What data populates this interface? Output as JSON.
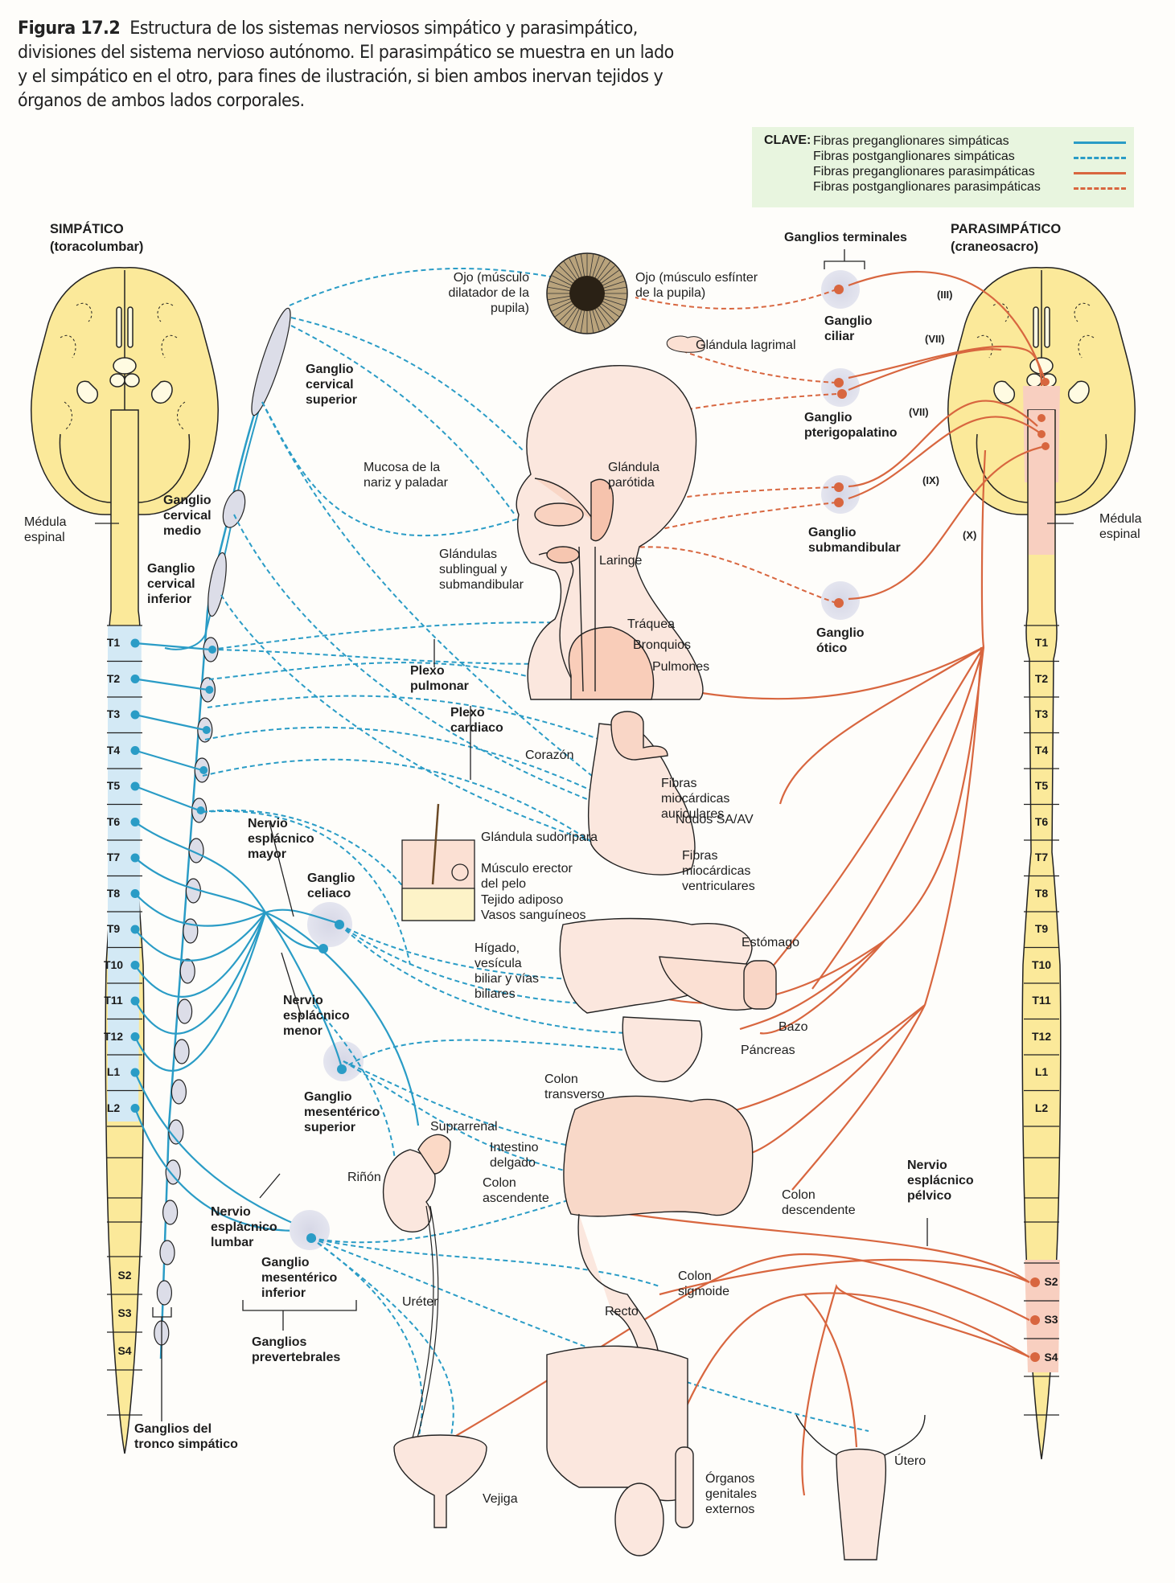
{
  "caption": {
    "figure_number": "Figura 17.2",
    "text": "Estructura de los sistemas nerviosos simpático y parasimpático, divisiones del sistema nervioso autónomo. El parasimpático se muestra en un lado y el simpático en el otro, para fines de ilustración, si bien ambos inervan tejidos y órganos de ambos lados corporales."
  },
  "key": {
    "title": "CLAVE:",
    "entries": [
      {
        "label": "Fibras preganglionares simpáticas",
        "style": "solid",
        "color": "#2a9cc6"
      },
      {
        "label": "Fibras postganglionares simpáticas",
        "style": "dashed",
        "color": "#2a9cc6"
      },
      {
        "label": "Fibras preganglionares parasimpáticas",
        "style": "solid",
        "color": "#d8663f"
      },
      {
        "label": "Fibras postganglionares parasimpáticas",
        "style": "dashed",
        "color": "#d8663f"
      }
    ],
    "background": "#e8f5df"
  },
  "colors": {
    "sympathetic": "#2a9cc6",
    "parasympathetic": "#d8663f",
    "cord_yellow": "#fbe99a",
    "cord_blue": "#d3e9f5",
    "cord_pink": "#f8cfc0",
    "organ_pink": "#fbe0d3",
    "ganglion_gray": "#dcdde8"
  },
  "sympathetic": {
    "title": "SIMPÁTICO",
    "subtitle": "(toracolumbar)",
    "cord_label": "Médula espinal",
    "segments": [
      "T1",
      "T2",
      "T3",
      "T4",
      "T5",
      "T6",
      "T7",
      "T8",
      "T9",
      "T10",
      "T11",
      "T12",
      "L1",
      "L2"
    ],
    "sacral_segments": [
      "S2",
      "S3",
      "S4"
    ],
    "ganglia": {
      "cervical_superior": "Ganglio cervical superior",
      "cervical_medio": "Ganglio cervical medio",
      "cervical_inferior": "Ganglio cervical inferior",
      "celiaco": "Ganglio celiaco",
      "mesenterico_superior": "Ganglio mesentérico superior",
      "mesenterico_inferior": "Ganglio mesentérico inferior",
      "prevertebrales": "Ganglios prevertebrales",
      "tronco": "Ganglios del tronco simpático"
    },
    "nerves": {
      "mayor": "Nervio esplácnico mayor",
      "menor": "Nervio esplácnico menor",
      "lumbar": "Nervio esplácnico lumbar"
    },
    "plexus": {
      "pulmonar": "Plexo pulmonar",
      "cardiaco": "Plexo cardiaco"
    }
  },
  "parasympathetic": {
    "title": "PARASIMPÁTICO",
    "subtitle": "(craneosacro)",
    "cord_label": "Médula espinal",
    "segments": [
      "T1",
      "T2",
      "T3",
      "T4",
      "T5",
      "T6",
      "T7",
      "T8",
      "T9",
      "T10",
      "T11",
      "T12",
      "L1",
      "L2"
    ],
    "sacral_segments": [
      "S2",
      "S3",
      "S4"
    ],
    "terminal_ganglia_label": "Ganglios terminales",
    "ganglia": {
      "ciliar": "Ganglio ciliar",
      "pterigopalatino": "Ganglio pterigopalatino",
      "submandibular": "Ganglio submandibular",
      "otico": "Ganglio ótico"
    },
    "cranial_nerves": [
      "(III)",
      "(VII)",
      "(VII)",
      "(IX)",
      "(X)"
    ],
    "pelvic_nerve": "Nervio esplácnico pélvico"
  },
  "organs": {
    "eye_dilator": "Ojo (músculo dilatador de la pupila)",
    "eye_sphincter": "Ojo (músculo esfínter de la pupila)",
    "lacrimal": "Glándula lagrimal",
    "nasal_mucosa": "Mucosa de la nariz y paladar",
    "parotid": "Glándula parótida",
    "sublingual": "Glándulas sublingual y submandibular",
    "larynx": "Laringe",
    "trachea": "Tráquea",
    "bronchi": "Bronquios",
    "lungs": "Pulmones",
    "heart": "Corazón",
    "atrial": "Fibras miocárdicas auriculares",
    "nodes": "Nodos SA/AV",
    "ventricular": "Fibras miocárdicas ventriculares",
    "skin": [
      "Glándula sudorípara",
      "Músculo erector del pelo",
      "Tejido adiposo",
      "Vasos sanguíneos"
    ],
    "liver": "Hígado, vesícula biliar y vías biliares",
    "stomach": "Estómago",
    "spleen": "Bazo",
    "pancreas": "Páncreas",
    "transverse_colon": "Colon transverso",
    "adrenal": "Suprarrenal",
    "kidney": "Riñón",
    "small_intestine": "Intestino delgado",
    "ascending_colon": "Colon ascendente",
    "descending_colon": "Colon descendente",
    "sigmoid_colon": "Colon sigmoide",
    "rectum": "Recto",
    "ureter": "Uréter",
    "bladder": "Vejiga",
    "genitals": "Órganos genitales externos",
    "uterus": "Útero"
  }
}
